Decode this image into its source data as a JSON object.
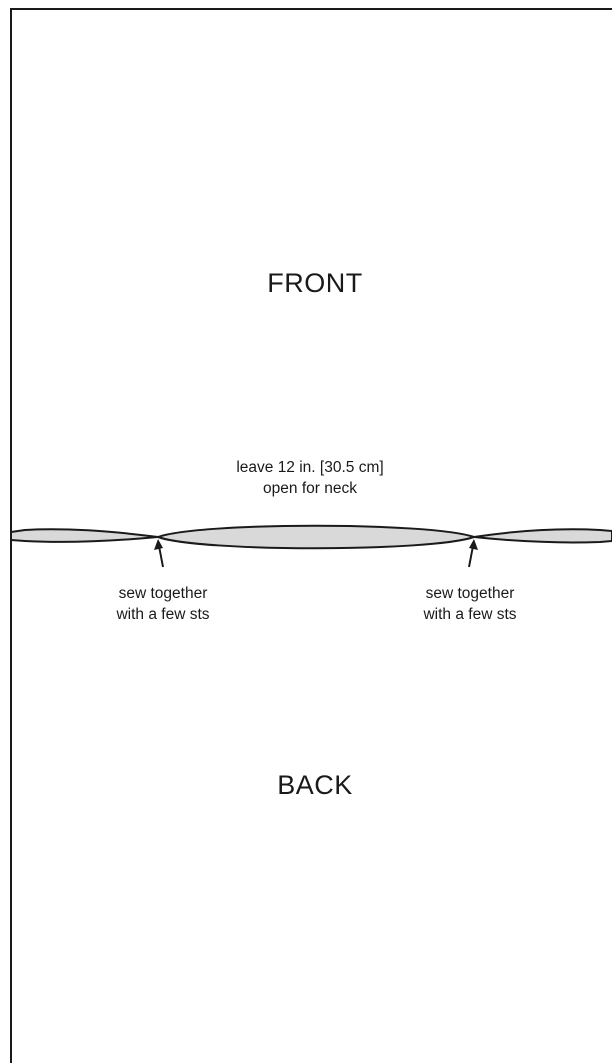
{
  "colors": {
    "outline": "#1a1a1a",
    "opening_fill": "#d9d9d9",
    "background": "#ffffff"
  },
  "front_label": "FRONT",
  "back_label": "BACK",
  "neck_note": {
    "line1": "leave 12 in. [30.5 cm]",
    "line2": "open for neck"
  },
  "left_note": {
    "line1": "sew together",
    "line2": "with a few sts"
  },
  "right_note": {
    "line1": "sew together",
    "line2": "with a few sts"
  },
  "arrow_icon": "arrow-up-icon"
}
